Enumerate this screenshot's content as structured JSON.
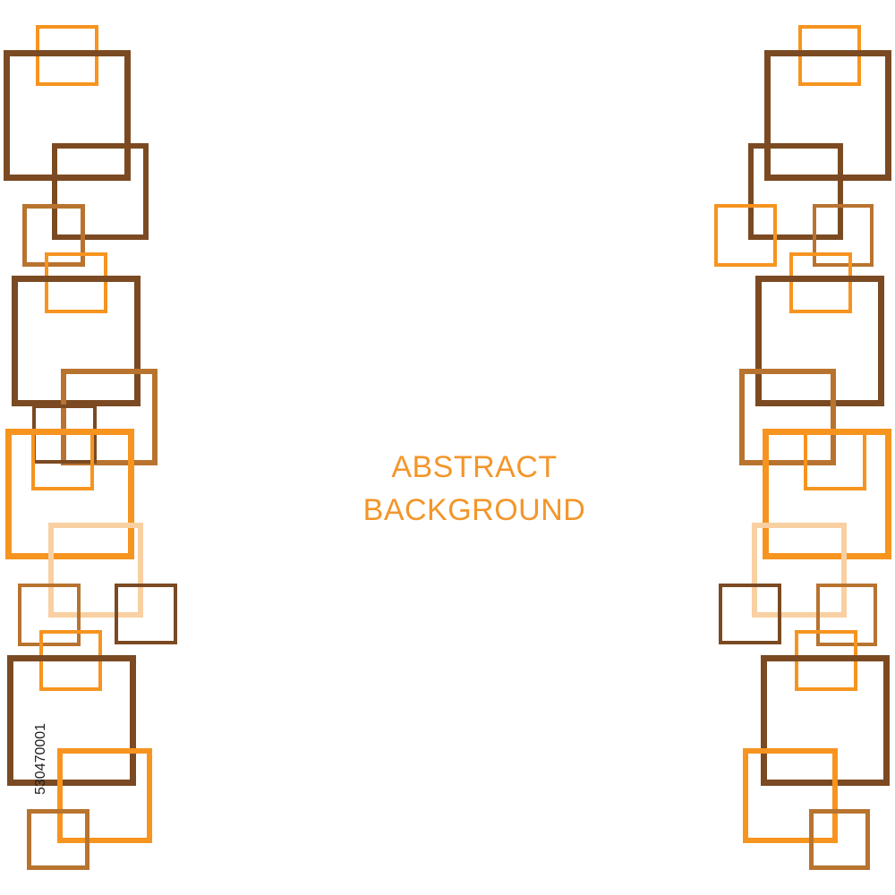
{
  "headline": {
    "line1": "ABSTRACT",
    "line2": "BACKGROUND"
  },
  "watermark": {
    "id_text": "530470001"
  },
  "colors": {
    "background": "#ffffff",
    "text_orange": "#f3962a",
    "dark_brown": "#7b4a22",
    "medium_brown": "#b8732f",
    "orange": "#f6941f",
    "light_peach": "#f9d0a1",
    "watermark_text": "#222222"
  }
}
